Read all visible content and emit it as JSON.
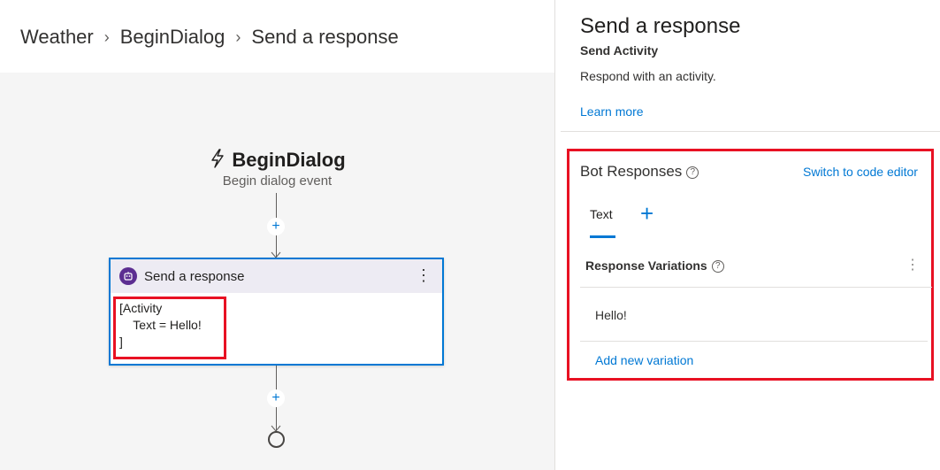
{
  "breadcrumb": [
    "Weather",
    "BeginDialog",
    "Send a response"
  ],
  "breadcrumb_separator": ">",
  "canvas": {
    "trigger": {
      "title": "BeginDialog",
      "subtitle": "Begin dialog event",
      "icon": "lightning-icon"
    },
    "node": {
      "title": "Send a response",
      "icon": "bot-icon",
      "body": "[Activity\n    Text = Hello!\n]"
    },
    "add_symbol": "+"
  },
  "panel": {
    "title": "Send a response",
    "subtitle": "Send Activity",
    "description": "Respond with an activity.",
    "learn_more": "Learn more",
    "bot_responses": "Bot Responses",
    "switch_editor": "Switch to code editor",
    "tabs": [
      {
        "label": "Text",
        "active": true
      }
    ],
    "add_tab": "+",
    "variations_title": "Response Variations",
    "variations": [
      "Hello!"
    ],
    "add_variation": "Add new variation"
  },
  "colors": {
    "accent": "#0078d4",
    "highlight": "#e81123",
    "node_header": "#edebf3",
    "bot_icon": "#5c2e91"
  }
}
